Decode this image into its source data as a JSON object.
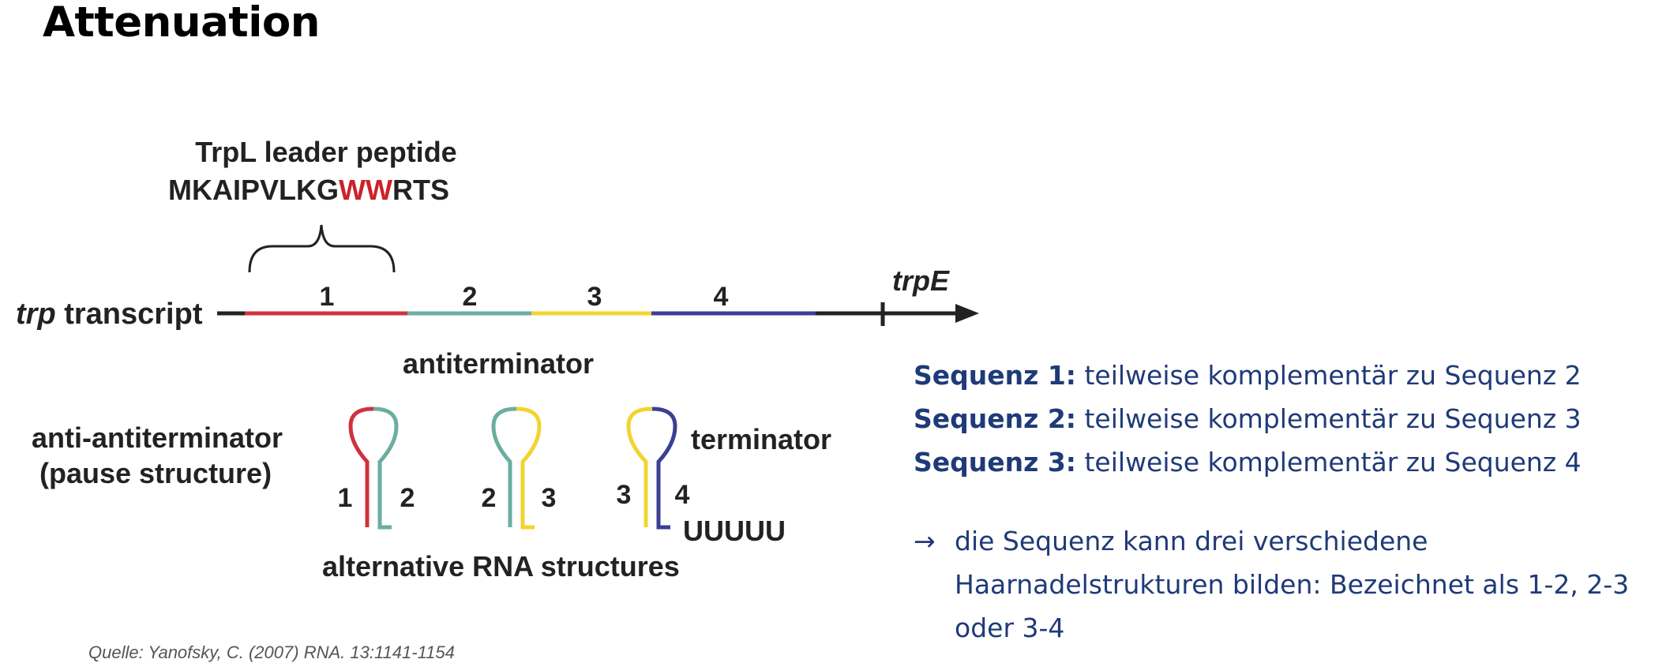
{
  "title": "Attenuation",
  "diagram": {
    "leader_peptide_label": "TrpL leader peptide",
    "peptide_seq_prefix": "MKAIPVLKG",
    "peptide_seq_highlight": "WW",
    "peptide_seq_suffix": "RTS",
    "transcript_label_italic": "trp",
    "transcript_label_rest": " transcript",
    "gene_label": "trpE",
    "segment_numbers": [
      "1",
      "2",
      "3",
      "4"
    ],
    "antiterminator_label": "antiterminator",
    "anti_antiterminator_label": "anti-antiterminator",
    "pause_structure_label": "(pause structure)",
    "terminator_label": "terminator",
    "poly_u_label": "UUUUU",
    "alternative_label": "alternative RNA structures",
    "hairpin_labels": [
      [
        "1",
        "2"
      ],
      [
        "2",
        "3"
      ],
      [
        "3",
        "4"
      ]
    ],
    "colors": {
      "segment1": "#d0313f",
      "segment2": "#6aaea0",
      "segment3": "#f2d431",
      "segment4": "#3b3f94",
      "line": "#222222",
      "highlight": "#cc2229"
    }
  },
  "notes": [
    {
      "label": "Sequenz 1:",
      "text": " teilweise komplementär zu Sequenz 2"
    },
    {
      "label": "Sequenz 2:",
      "text": " teilweise komplementär zu Sequenz 3"
    },
    {
      "label": "Sequenz 3:",
      "text": " teilweise komplementär zu Sequenz 4"
    }
  ],
  "conclusion": {
    "arrow": "→",
    "text": "die Sequenz kann drei verschiedene Haarnadelstrukturen bilden: Bezeichnet als 1-2, 2-3 oder 3-4"
  },
  "source": "Quelle: Yanofsky, C. (2007) RNA. 13:1141-1154"
}
